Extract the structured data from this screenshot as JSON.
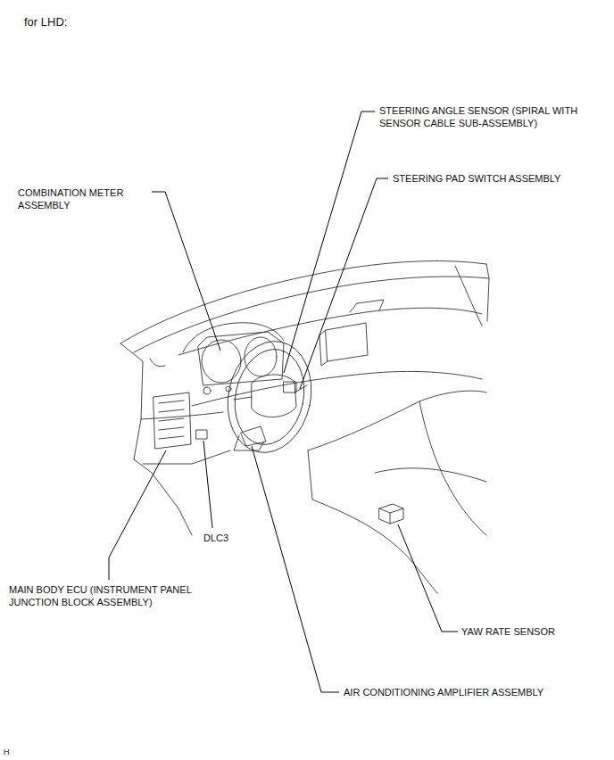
{
  "diagram": {
    "title": "for LHD:",
    "labels": [
      "STEERING ANGLE SENSOR (SPIRAL WITH SENSOR CABLE SUB-ASSEMBLY)",
      "STEERING PAD SWITCH ASSEMBLY",
      "COMBINATION METER ASSEMBLY",
      "DLC3",
      "MAIN BODY ECU (INSTRUMENT PANEL JUNCTION BLOCK ASSEMBLY)",
      "YAW RATE SENSOR",
      "AIR CONDITIONING AMPLIFIER ASSEMBLY",
      "H"
    ]
  }
}
